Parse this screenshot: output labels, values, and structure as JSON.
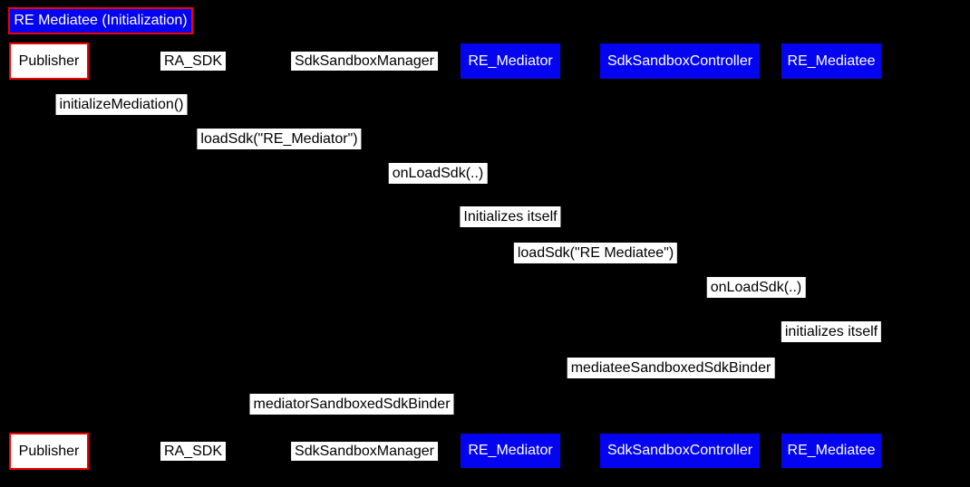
{
  "title": {
    "text": "RE Mediatee (Initialization)"
  },
  "actors": [
    {
      "id": "publisher",
      "label": "Publisher",
      "style": "outlined"
    },
    {
      "id": "ra-sdk",
      "label": "RA_SDK",
      "style": "plain"
    },
    {
      "id": "sdk-sandbox-manager",
      "label": "SdkSandboxManager",
      "style": "plain"
    },
    {
      "id": "re-mediator",
      "label": "RE_Mediator",
      "style": "filled"
    },
    {
      "id": "sdk-sandbox-controller",
      "label": "SdkSandboxController",
      "style": "filled"
    },
    {
      "id": "re-mediatee",
      "label": "RE_Mediatee",
      "style": "filled"
    }
  ],
  "messages": [
    {
      "label": "initializeMediation()"
    },
    {
      "label": "loadSdk(\"RE_Mediator\")"
    },
    {
      "label": "onLoadSdk(..)"
    },
    {
      "label": "Initializes itself"
    },
    {
      "label": "loadSdk(\"RE Mediatee\")"
    },
    {
      "label": "onLoadSdk(..)"
    },
    {
      "label": "initializes itself"
    },
    {
      "label": "mediateeSandboxedSdkBinder"
    },
    {
      "label": "mediatorSandboxedSdkBinder"
    }
  ],
  "colors": {
    "background": "#000000",
    "actor_fill": "#0404f0",
    "actor_text": "#ffffff",
    "highlight_border": "#f50000",
    "label_bg": "#ffffff",
    "label_text": "#000000"
  }
}
